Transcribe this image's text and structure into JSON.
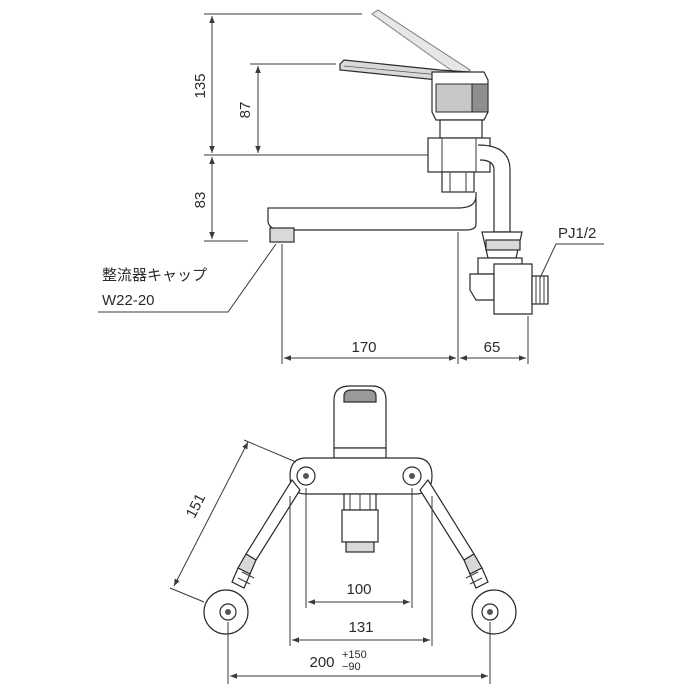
{
  "side_view": {
    "dim_total_height": "135",
    "dim_handle_height": "87",
    "dim_spout_height": "83",
    "dim_spout_reach": "170",
    "dim_inlet_offset": "65",
    "aerator_label_line1": "整流器キャップ",
    "aerator_label_line2": "W22-20",
    "thread_label": "PJ1/2"
  },
  "top_view": {
    "dim_arm_length": "151",
    "dim_inner_width": "100",
    "dim_mount_width": "131",
    "dim_pitch": "200",
    "tol_plus": "+150",
    "tol_minus": "−90"
  }
}
